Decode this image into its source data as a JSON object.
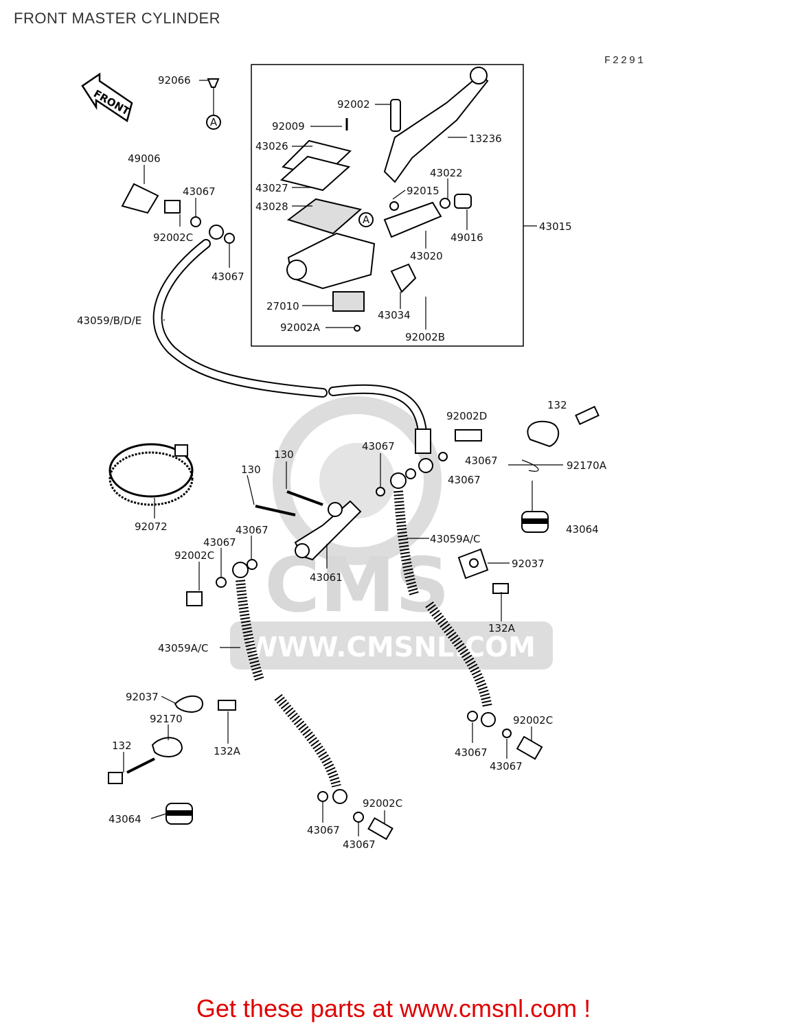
{
  "page": {
    "title": "FRONT MASTER CYLINDER",
    "figure_code": "F2291",
    "footer": "Get these parts at www.cmsnl.com !"
  },
  "diagram": {
    "front_arrow": "FRONT",
    "ref_marker": "A",
    "watermark_logo": "CMS",
    "watermark_url": "WWW.CMSNL.COM",
    "labels": {
      "p92066": "92066",
      "p92002": "92002",
      "p92009": "92009",
      "p43026": "43026",
      "p13236": "13236",
      "p49006": "49006",
      "p43022": "43022",
      "p43027": "43027",
      "p92015": "92015",
      "p43067a": "43067",
      "p43028": "43028",
      "p43015": "43015",
      "p92002c_a": "92002C",
      "p49016": "49016",
      "p43020": "43020",
      "p43067b": "43067",
      "p27010": "27010",
      "p43034": "43034",
      "p43059bde": "43059/B/D/E",
      "p92002a": "92002A",
      "p92002b": "92002B",
      "p132a": "132",
      "p92002d": "92002D",
      "p43067c": "43067",
      "p130a": "130",
      "p43067d": "43067",
      "p130b": "130",
      "p92170a": "92170A",
      "p43067e": "43067",
      "p92072": "92072",
      "p43067f": "43067",
      "p43064a": "43064",
      "p43067g": "43067",
      "p43059ac_a": "43059A/C",
      "p92002c_b": "92002C",
      "p92037a": "92037",
      "p43061": "43061",
      "p132aa": "132A",
      "p43059ac_b": "43059A/C",
      "p92037b": "92037",
      "p92170": "92170",
      "p92002c_c": "92002C",
      "p132b": "132",
      "p132ab": "132A",
      "p43067h": "43067",
      "p43067i": "43067",
      "p43064b": "43064",
      "p92002c_d": "92002C",
      "p43067j": "43067",
      "p43067k": "43067"
    }
  }
}
